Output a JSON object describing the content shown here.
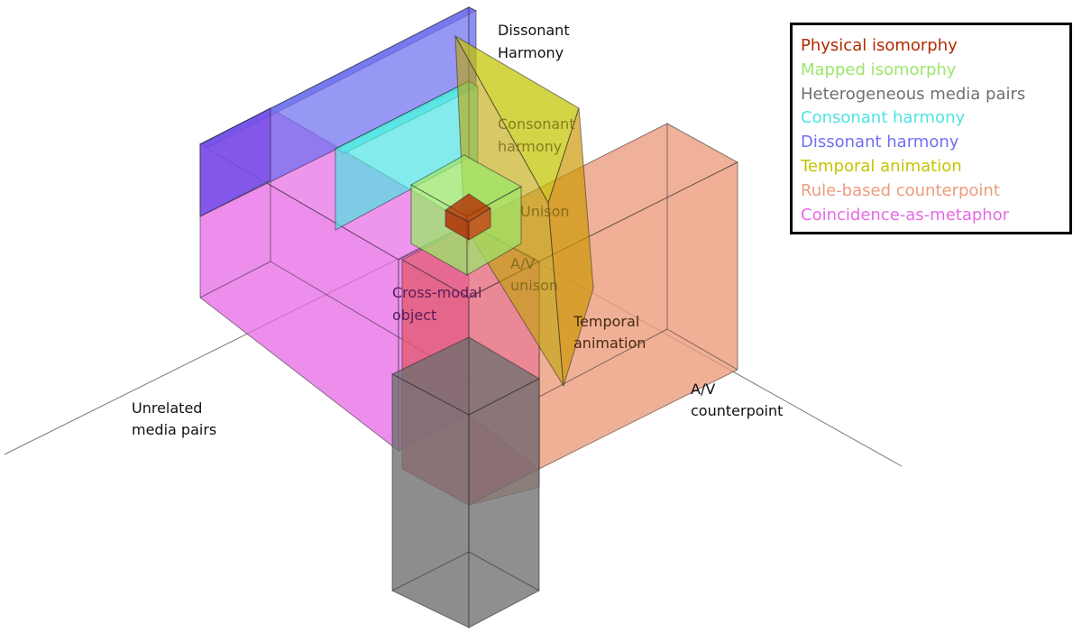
{
  "legend": {
    "items": [
      {
        "label": "Physical isomorphy",
        "color": "#b32a00"
      },
      {
        "label": "Mapped isomorphy",
        "color": "#9be66a"
      },
      {
        "label": "Heterogeneous media pairs",
        "color": "#707070"
      },
      {
        "label": "Consonant harmony",
        "color": "#4fe3e3"
      },
      {
        "label": "Dissonant harmony",
        "color": "#6f6ff0"
      },
      {
        "label": "Temporal animation",
        "color": "#c4c400"
      },
      {
        "label": "Rule-based counterpoint",
        "color": "#eb9c7c"
      },
      {
        "label": "Coincidence-as-metaphor",
        "color": "#e768e7"
      }
    ]
  },
  "labels": {
    "dissonant_harmony": [
      "Dissonant",
      "Harmony"
    ],
    "consonant_harmony": [
      "Consonant",
      "harmony"
    ],
    "unison": "Unison",
    "av_unison": [
      "A/V",
      "unison"
    ],
    "cross_modal_object": [
      "Cross-modal",
      "object"
    ],
    "temporal_animation": [
      "Temporal",
      "animation"
    ],
    "av_counterpoint": [
      "A/V",
      "counterpoint"
    ],
    "unrelated_media_pairs": [
      "Unrelated",
      "media pairs"
    ]
  }
}
